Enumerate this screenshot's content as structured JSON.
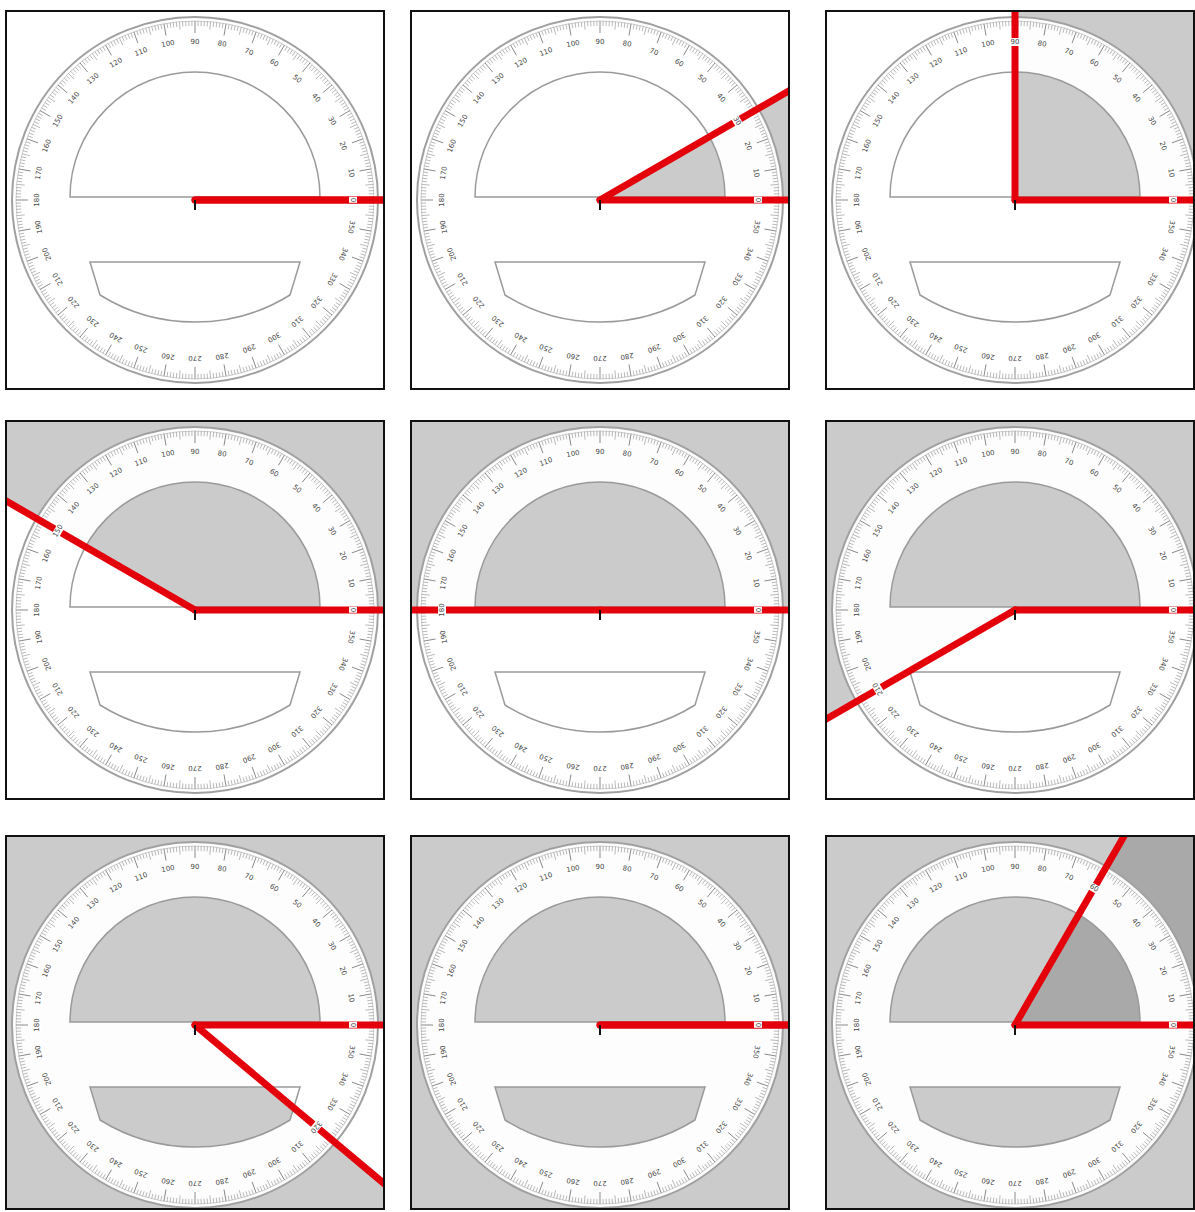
{
  "diagram": {
    "labels": [
      "0",
      "10",
      "20",
      "30",
      "40",
      "50",
      "60",
      "70",
      "80",
      "90",
      "100",
      "110",
      "120",
      "130",
      "140",
      "150",
      "160",
      "170",
      "180",
      "190",
      "200",
      "210",
      "220",
      "230",
      "240",
      "250",
      "260",
      "270",
      "280",
      "290",
      "300",
      "310",
      "320",
      "330",
      "340",
      "350",
      "0",
      "10",
      "20",
      "30",
      "40",
      "50",
      "60",
      "70",
      "80",
      "90",
      "100",
      "110",
      "120",
      "130",
      "140",
      "150",
      "160",
      "170",
      "180",
      "190",
      "200",
      "210",
      "220",
      "230",
      "240",
      "250",
      "260",
      "270",
      "280",
      "290",
      "300",
      "310",
      "320",
      "330",
      "340",
      "350",
      "0",
      "10",
      "20",
      "30",
      "40",
      "50",
      "60",
      "70",
      "80",
      "90",
      "100",
      "110",
      "120",
      "130",
      "140",
      "150",
      "160",
      "170",
      "180",
      "190",
      "200",
      "210",
      "220",
      "230",
      "240",
      "250",
      "260",
      "270",
      "280",
      "290",
      "300",
      "310",
      "320",
      "330",
      "340",
      "350",
      "0",
      "10",
      "20",
      "30",
      "40",
      "50",
      "60",
      "70",
      "80",
      "90",
      "100",
      "110",
      "120",
      "130",
      "140",
      "150",
      "160",
      "170",
      "180",
      "190",
      "200",
      "210",
      "220",
      "230",
      "240",
      "250",
      "260",
      "270",
      "280",
      "290",
      "300",
      "310",
      "320",
      "330",
      "340",
      "350",
      "0",
      "10",
      "20",
      "30",
      "40",
      "50",
      "60",
      "70",
      "80",
      "90",
      "100",
      "110",
      "120",
      "130",
      "140",
      "150",
      "160",
      "170",
      "180",
      "190",
      "200",
      "210",
      "220",
      "230",
      "240",
      "250",
      "260",
      "270",
      "280",
      "290",
      "300",
      "310",
      "320",
      "330",
      "340",
      "350",
      "0",
      "10",
      "20",
      "30",
      "40",
      "50",
      "60",
      "70",
      "80",
      "90",
      "100",
      "110",
      "120",
      "130",
      "140",
      "150",
      "160",
      "170",
      "180",
      "190",
      "200",
      "210",
      "220",
      "230",
      "240",
      "250",
      "260",
      "270",
      "280",
      "290",
      "300",
      "310",
      "320",
      "330",
      "340",
      "350",
      "0",
      "10",
      "20",
      "30",
      "40",
      "50",
      "60",
      "70",
      "80",
      "90",
      "100",
      "110",
      "120",
      "130",
      "140",
      "150",
      "160",
      "170",
      "180",
      "190",
      "200",
      "210",
      "220",
      "230",
      "240",
      "250",
      "260",
      "270",
      "280",
      "290",
      "300",
      "310",
      "320",
      "330",
      "340",
      "350",
      "0",
      "10",
      "20",
      "30",
      "40",
      "50",
      "60",
      "70",
      "80",
      "90",
      "100",
      "110",
      "120",
      "130",
      "140",
      "150",
      "160",
      "170",
      "180",
      "190",
      "200",
      "210",
      "220",
      "230",
      "240",
      "250",
      "260",
      "270",
      "280",
      "290",
      "300",
      "310",
      "320",
      "330",
      "340",
      "350",
      "0",
      "10",
      "20",
      "30",
      "40",
      "50",
      "60",
      "70",
      "80",
      "90",
      "100",
      "110",
      "120",
      "130",
      "140",
      "150",
      "160",
      "170",
      "180",
      "190",
      "200",
      "210",
      "220",
      "230",
      "240",
      "250",
      "260",
      "270",
      "280",
      "290",
      "300",
      "310",
      "320",
      "330",
      "340",
      "350"
    ]
  }
}
